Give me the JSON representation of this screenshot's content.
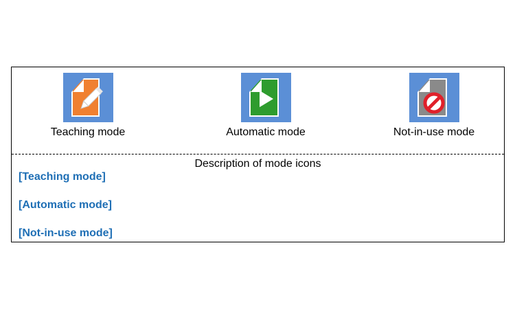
{
  "modes": [
    {
      "label": "Teaching mode",
      "icon": "teaching-mode-icon",
      "tile_color": "#f08030"
    },
    {
      "label": "Automatic mode",
      "icon": "automatic-mode-icon",
      "tile_color": "#2e9c2e"
    },
    {
      "label": "Not-in-use mode",
      "icon": "not-in-use-mode-icon",
      "tile_color": "#8a8a8a"
    }
  ],
  "icon_frame_color": "#5b8fd6",
  "description": {
    "title": "Description of mode icons",
    "items": [
      "[Teaching mode]",
      "[Automatic mode]",
      "[Not-in-use mode]"
    ],
    "item_color": "#1f6fb5"
  }
}
